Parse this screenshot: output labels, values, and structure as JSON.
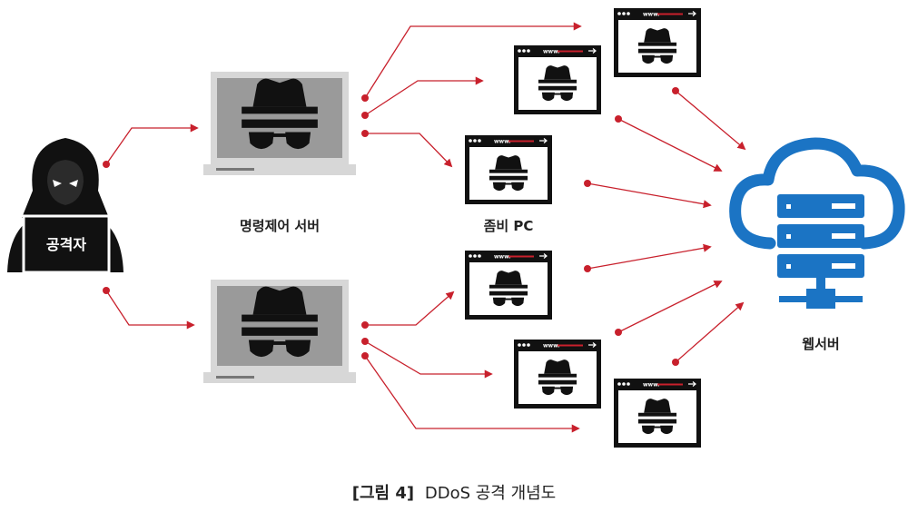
{
  "labels": {
    "attacker": "공격자",
    "c2_server": "명령제어 서버",
    "zombie_pc": "좀비 PC",
    "web_server": "웹서버"
  },
  "caption": {
    "prefix": "[그림 4]",
    "text": "DDoS 공격 개념도"
  },
  "browser_address": "www.",
  "icons": {
    "attacker": "hooded-hacker-icon",
    "c2_server": "laptop-spy-icon",
    "zombie": "browser-spy-icon",
    "web_server": "cloud-server-icon"
  },
  "colors": {
    "arrow": "#c8202c",
    "dark": "#111111",
    "laptop": "#d7d7d7",
    "cloud": "#1b74c4"
  }
}
